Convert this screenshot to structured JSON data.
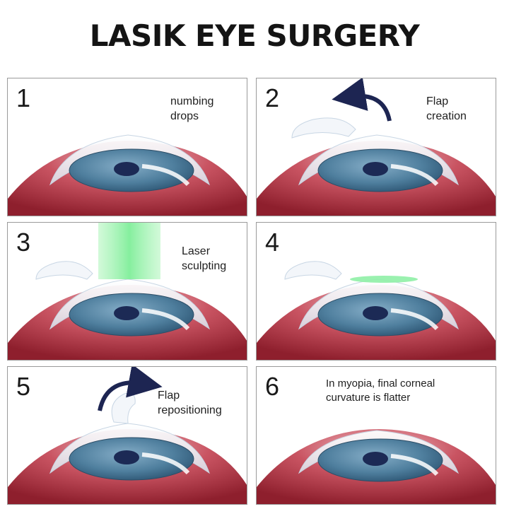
{
  "title": "LASIK EYE SURGERY",
  "colors": {
    "tissue": "#b2323f",
    "iris": "#4f7f9e",
    "pupil": "#1c2a55",
    "arrow": "#1d2552",
    "laser": "#8ff0a6"
  },
  "panels": [
    {
      "number": "1",
      "caption": [
        "numbing",
        "drops"
      ]
    },
    {
      "number": "2",
      "caption": [
        "Flap",
        "creation"
      ],
      "icon": "curved-arrow-icon"
    },
    {
      "number": "3",
      "caption": [
        "Laser",
        "sculpting"
      ],
      "icon": "laser-beam-icon"
    },
    {
      "number": "4",
      "caption": []
    },
    {
      "number": "5",
      "caption": [
        "Flap",
        "repositioning"
      ],
      "icon": "curved-arrow-icon"
    },
    {
      "number": "6",
      "caption": [
        "In myopia, final corneal",
        "curvature is flatter"
      ]
    }
  ]
}
